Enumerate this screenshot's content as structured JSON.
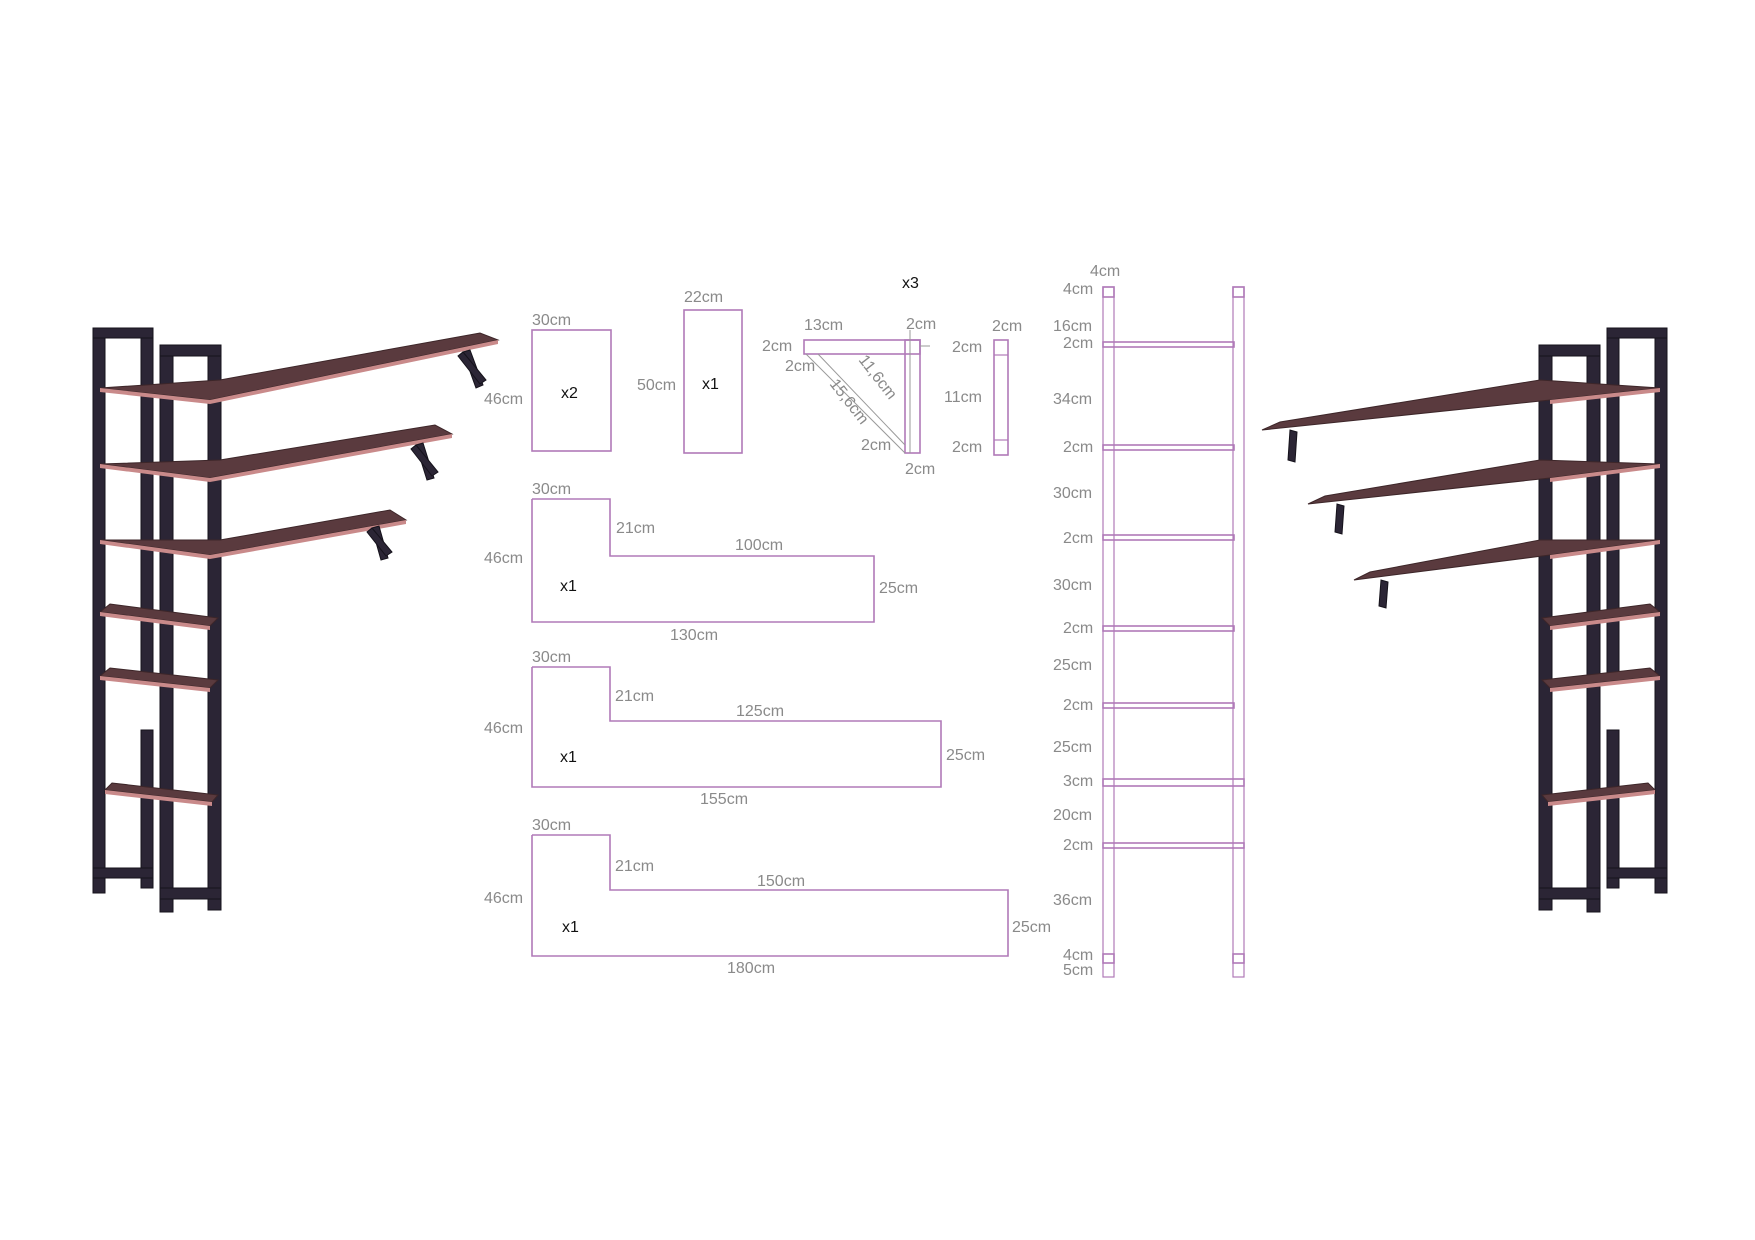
{
  "colors": {
    "outline": "#b07ab8",
    "dimension_text": "#8a8a8a",
    "quantity_text": "#111111",
    "frame": "#2b2535",
    "board": "#5a3a3e",
    "board_edge": "#c98a8a"
  },
  "board_a": {
    "width": "30cm",
    "height": "46cm",
    "qty": "x2"
  },
  "board_b": {
    "width": "22cm",
    "height": "50cm",
    "qty": "x1"
  },
  "bracket": {
    "qty": "x3",
    "top": "13cm",
    "corner_top": "2cm",
    "left_thick": "2cm",
    "inner": "2cm",
    "diag1": "11,6cm",
    "diag2": "15,6cm",
    "bottom_inner": "2cm",
    "bottom": "2cm",
    "side_top_label": "2cm",
    "side_width": "2cm",
    "side_mid": "11cm",
    "side_bottom": "2cm"
  },
  "shelf_130": {
    "top": "30cm",
    "notch": "21cm",
    "right_top": "100cm",
    "left": "46cm",
    "right": "25cm",
    "bottom": "130cm",
    "qty": "x1"
  },
  "shelf_155": {
    "top": "30cm",
    "notch": "21cm",
    "right_top": "125cm",
    "left": "46cm",
    "right": "25cm",
    "bottom": "155cm",
    "qty": "x1"
  },
  "shelf_180": {
    "top": "30cm",
    "notch": "21cm",
    "right_top": "150cm",
    "left": "46cm",
    "right": "25cm",
    "bottom": "180cm",
    "qty": "x1"
  },
  "ladder": {
    "post_width": "4cm",
    "dims": [
      "4cm",
      "16cm",
      "2cm",
      "34cm",
      "2cm",
      "30cm",
      "2cm",
      "30cm",
      "2cm",
      "25cm",
      "2cm",
      "25cm",
      "3cm",
      "20cm",
      "2cm",
      "36cm",
      "4cm",
      "5cm"
    ]
  }
}
